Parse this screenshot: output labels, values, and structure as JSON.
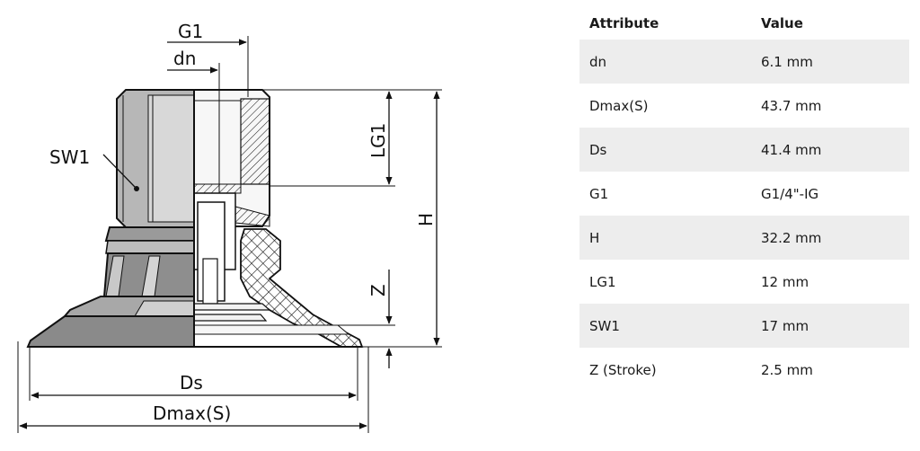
{
  "diagram": {
    "labels": {
      "g1": "G1",
      "dn": "dn",
      "sw1": "SW1",
      "lg1": "LG1",
      "h": "H",
      "z": "Z",
      "ds": "Ds",
      "dmax": "Dmax(S)"
    }
  },
  "table": {
    "headers": {
      "attribute": "Attribute",
      "value": "Value"
    },
    "rows": [
      {
        "attribute": "dn",
        "value": "6.1 mm"
      },
      {
        "attribute": "Dmax(S)",
        "value": "43.7 mm"
      },
      {
        "attribute": "Ds",
        "value": "41.4 mm"
      },
      {
        "attribute": "G1",
        "value": "G1/4\"-IG"
      },
      {
        "attribute": "H",
        "value": "32.2 mm"
      },
      {
        "attribute": "LG1",
        "value": "12 mm"
      },
      {
        "attribute": "SW1",
        "value": "17 mm"
      },
      {
        "attribute": "Z (Stroke)",
        "value": "2.5 mm"
      }
    ]
  }
}
